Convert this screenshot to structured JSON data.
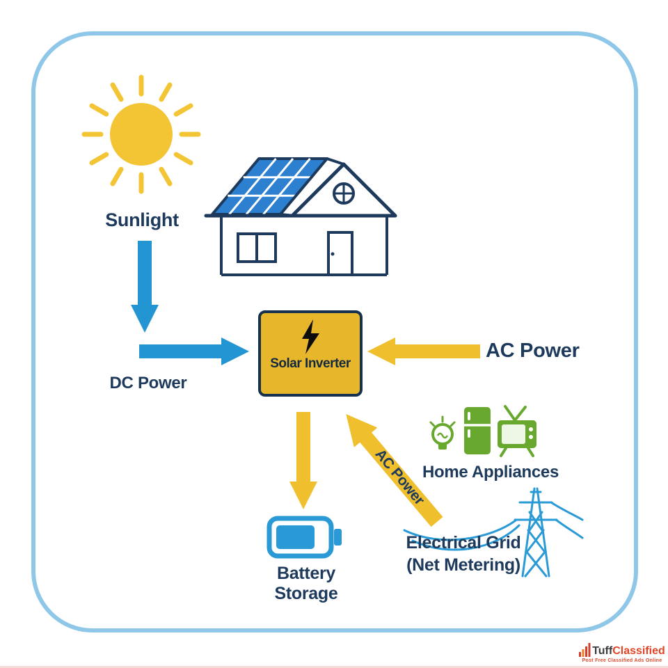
{
  "diagram": {
    "sunlight_label": "Sunlight",
    "dc_power_label": "DC Power",
    "ac_power_label": "AC Power",
    "inverter_label": "Solar Inverter",
    "ac_power_diagonal_label": "AC Power",
    "battery_label": "Battery Storage",
    "appliances_label": "Home Appliances",
    "grid_label_line1": "Electrical Grid",
    "grid_label_line2": "(Net Metering)",
    "icons": {
      "sun": "sun-icon",
      "house": "house-with-solar-panels-icon",
      "inverter_bolt": "lightning-bolt-icon",
      "battery": "battery-icon",
      "bulb": "light-bulb-icon",
      "fridge": "refrigerator-icon",
      "tv": "television-icon",
      "tower": "transmission-tower-icon"
    },
    "colors": {
      "frame_blue": "#8fc7e9",
      "navy_text": "#1d3a5c",
      "arrow_blue": "#2395d3",
      "arrow_yellow": "#f0bf2e",
      "sun_yellow": "#f3c433",
      "panel_blue": "#2d7fd0",
      "inverter_fill": "#e8b62a",
      "battery_blue": "#2a9ad6",
      "appliance_green": "#68a82e"
    }
  },
  "footer": {
    "brand_primary": "Tuff",
    "brand_secondary": "Classified",
    "tagline": "Post Free Classified Ads Online"
  }
}
